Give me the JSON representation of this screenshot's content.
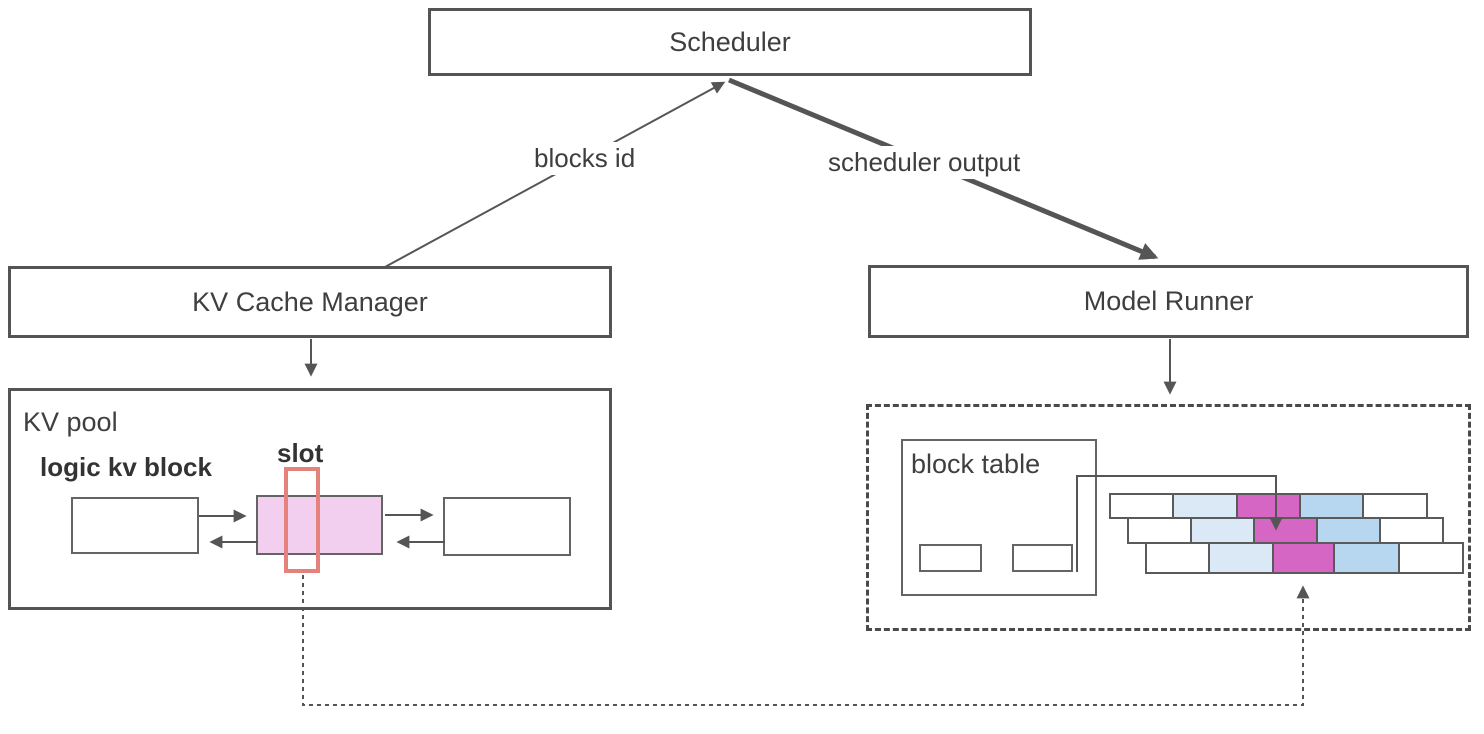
{
  "nodes": {
    "scheduler": {
      "label": "Scheduler"
    },
    "kv_cache_manager": {
      "label": "KV Cache Manager"
    },
    "model_runner": {
      "label": "Model Runner"
    },
    "kv_pool": {
      "label": "KV pool"
    },
    "block_table": {
      "label": "block table"
    }
  },
  "edges": {
    "blocks_id": {
      "label": "blocks id"
    },
    "scheduler_output": {
      "label": "scheduler output"
    }
  },
  "annotations": {
    "logic_kv_block": "logic kv block",
    "slot": "slot"
  },
  "colors": {
    "box_border": "#545454",
    "line": "#555555",
    "pink_block_fill": "#f2cfee",
    "slot_outline": "#e6827c",
    "brick_white": "#ffffff",
    "brick_light_blue": "#dbe9f7",
    "brick_blue": "#b7d7f1",
    "brick_magenta": "#d666c4"
  },
  "kv_block_grid": {
    "rows": [
      {
        "cells": [
          "white",
          "light_blue",
          "magenta",
          "blue",
          "white"
        ]
      },
      {
        "cells": [
          "white",
          "light_blue",
          "magenta",
          "blue",
          "white"
        ]
      },
      {
        "cells": [
          "white",
          "light_blue",
          "magenta",
          "blue",
          "white"
        ]
      }
    ]
  }
}
